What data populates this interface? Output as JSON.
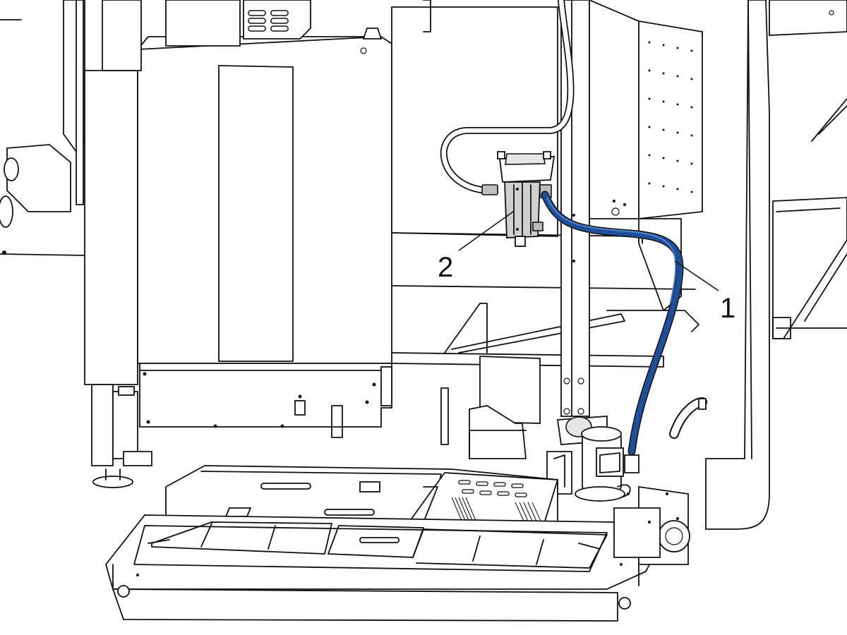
{
  "callouts": [
    {
      "id": "1",
      "label": "1"
    },
    {
      "id": "2",
      "label": "2"
    }
  ],
  "colors": {
    "hose": "#1f4f9a",
    "hose_highlight": "#4f82c9",
    "line": "#111111",
    "filter_body": "#cfcfcf"
  },
  "icons": {
    "filter": "filter-housing-icon",
    "pump": "coolant-pump-icon"
  }
}
